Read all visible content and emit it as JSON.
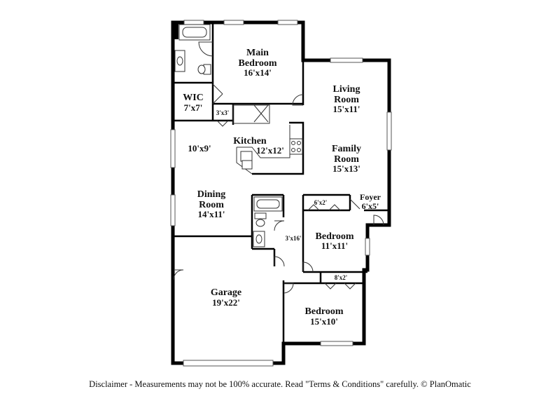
{
  "rooms": {
    "main_bedroom": {
      "name_line1": "Main",
      "name_line2": "Bedroom",
      "dims": "16'x14'"
    },
    "wic": {
      "name": "WIC",
      "dims": "7'x7'"
    },
    "closet_3x3": {
      "dims": "3'x3'"
    },
    "living_room": {
      "name_line1": "Living",
      "name_line2": "Room",
      "dims": "15'x11'"
    },
    "kitchen": {
      "name": "Kitchen",
      "dims": "12'x12'"
    },
    "nook": {
      "dims": "10'x9'"
    },
    "family_room": {
      "name_line1": "Family",
      "name_line2": "Room",
      "dims": "15'x13'"
    },
    "dining_room": {
      "name_line1": "Dining",
      "name_line2": "Room",
      "dims": "14'x11'"
    },
    "closet_6x2": {
      "dims": "6'x2'"
    },
    "foyer": {
      "name": "Foyer",
      "dims": "6'x5'"
    },
    "bedroom_2": {
      "name": "Bedroom",
      "dims": "11'x11'"
    },
    "hall_3x16": {
      "dims": "3'x16'"
    },
    "closet_8x2": {
      "dims": "8'x2'"
    },
    "garage": {
      "name": "Garage",
      "dims": "19'x22'"
    },
    "bedroom_3": {
      "name": "Bedroom",
      "dims": "15'x10'"
    }
  },
  "disclaimer": "Disclaimer - Measurements may not be 100% accurate. Read \"Terms & Conditions\" carefully. © PlanOmatic"
}
